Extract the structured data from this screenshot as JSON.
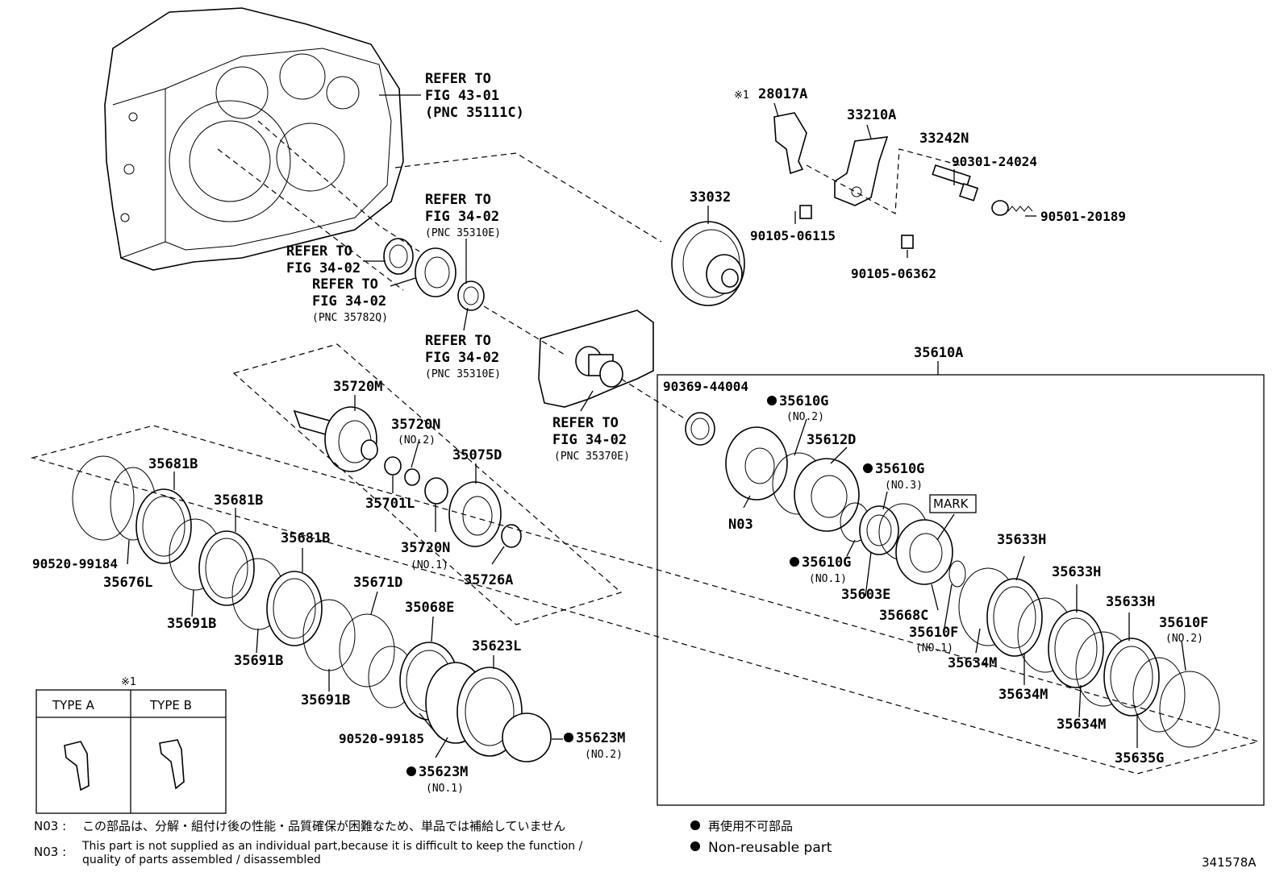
{
  "diagram_id": "341578A",
  "refer_labels": {
    "case": [
      "REFER TO",
      "FIG 43-01",
      "(PNC 35111C)"
    ],
    "r1": [
      "REFER TO",
      "FIG 34-02",
      "(PNC 35310E)"
    ],
    "r2": [
      "REFER TO",
      "FIG 34-02"
    ],
    "r3": [
      "REFER TO",
      "FIG 34-02",
      "(PNC 35782Q)"
    ],
    "r4": [
      "REFER TO",
      "FIG 34-02",
      "(PNC 35310E)"
    ],
    "r5": [
      "REFER TO",
      "FIG 34-02",
      "(PNC 35370E)"
    ]
  },
  "parts": {
    "p28017A": "28017A",
    "p28017A_mark": "※1",
    "p33210A": "33210A",
    "p33242N": "33242N",
    "p90301_24024": "90301-24024",
    "p90501_20189": "90501-20189",
    "p90105_06115": "90105-06115",
    "p90105_06362": "90105-06362",
    "p33032": "33032",
    "p35610A": "35610A",
    "p90369_44004": "90369-44004",
    "p35610G_2": "35610G",
    "p35610G_2_sub": "(NO.2)",
    "p35612D": "35612D",
    "p35610G_3": "35610G",
    "p35610G_3_sub": "(NO.3)",
    "mark": "MARK",
    "n03": "N03",
    "p35610G_1": "35610G",
    "p35610G_1_sub": "(NO.1)",
    "p35603E": "35603E",
    "p35668C": "35668C",
    "p35610F_1": "35610F",
    "p35610F_1_sub": "(NO.1)",
    "p35610F_2": "35610F",
    "p35610F_2_sub": "(NO.2)",
    "p35633H_a": "35633H",
    "p35633H_b": "35633H",
    "p35633H_c": "35633H",
    "p35634M_a": "35634M",
    "p35634M_b": "35634M",
    "p35634M_c": "35634M",
    "p35635G": "35635G",
    "p35720M": "35720M",
    "p35720N_2": "35720N",
    "p35720N_2_sub": "(NO.2)",
    "p35075D": "35075D",
    "p35701L": "35701L",
    "p35720N_1": "35720N",
    "p35720N_1_sub": "(NO.1)",
    "p35726A": "35726A",
    "p35681B_a": "35681B",
    "p35681B_b": "35681B",
    "p35681B_c": "35681B",
    "p90520_99184": "90520-99184",
    "p35676L": "35676L",
    "p35691B_a": "35691B",
    "p35691B_b": "35691B",
    "p35691B_c": "35691B",
    "p35671D": "35671D",
    "p35068E": "35068E",
    "p35623L": "35623L",
    "p90520_99185": "90520-99185",
    "p35623M_2": "35623M",
    "p35623M_2_sub": "(NO.2)",
    "p35623M_1": "35623M",
    "p35623M_1_sub": "(NO.1)"
  },
  "type_box": {
    "marker": "※1",
    "type_a": "TYPE A",
    "type_b": "TYPE B"
  },
  "notes": {
    "n03_label_1": "N03 :",
    "n03_jp": "この部品は、分解・組付け後の性能・品質確保が困難なため、単品では補給していません",
    "n03_label_2": "N03 :",
    "n03_en_1": "This part is not supplied as an individual part,because it is difficult to keep the function /",
    "n03_en_2": "quality of parts assembled / disassembled"
  },
  "legend": {
    "jp": "再使用不可部品",
    "en": "Non-reusable part"
  }
}
